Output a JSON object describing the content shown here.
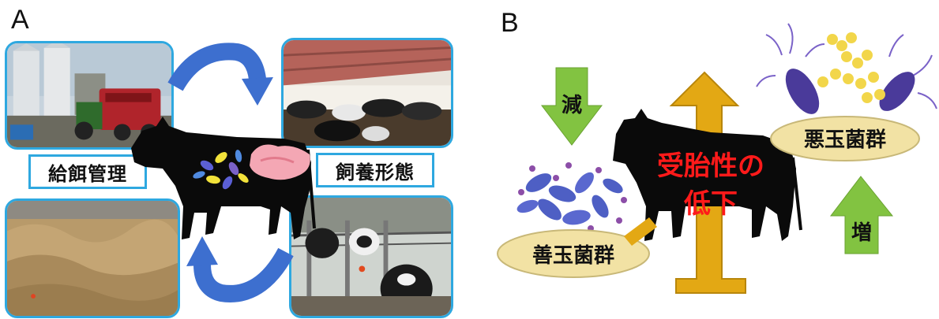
{
  "panel_a": {
    "letter": "A",
    "label_feeding": "給餌管理",
    "label_housing": "飼養形態"
  },
  "panel_b": {
    "letter": "B",
    "decrease_label": "減",
    "increase_label": "増",
    "center_text_line1": "受胎性の",
    "center_text_line2": "低下",
    "good_bacteria_label": "善玉菌群",
    "bad_bacteria_label": "悪玉菌群"
  },
  "colors": {
    "frame_blue": "#2ea8e0",
    "cycle_arrow_blue": "#3d6fcf",
    "green_arrow": "#82c341",
    "gold_arrow": "#e3a814",
    "ellipse_fill": "#f2e2a4",
    "center_text_red": "#ff1a1a",
    "bad_bacteria_purple": "#4a3a9a",
    "good_bacteria_blue": "#4e5fc4"
  }
}
